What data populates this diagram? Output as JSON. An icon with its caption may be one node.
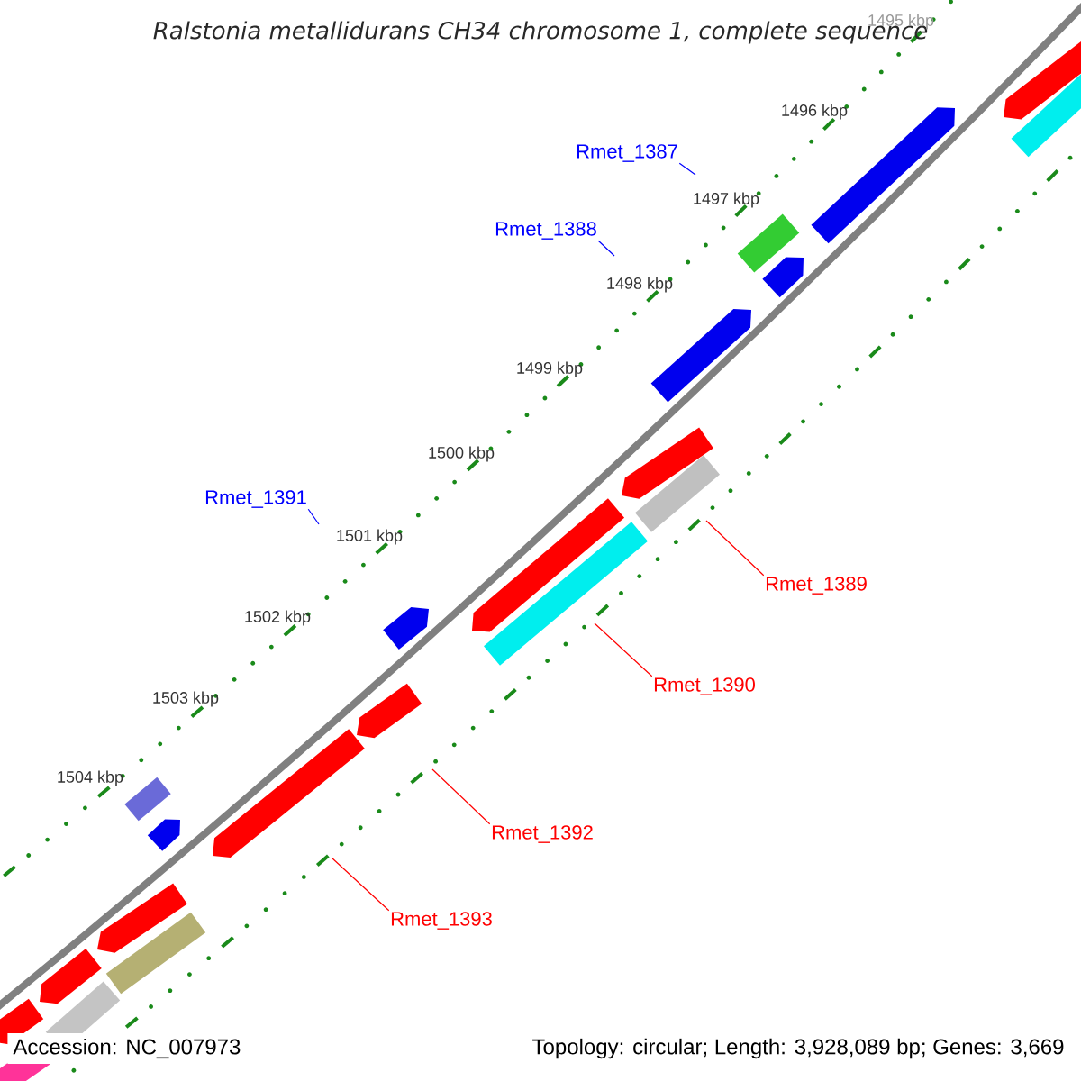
{
  "diagram": {
    "title": "Ralstonia metallidurans CH34 chromosome 1, complete sequence",
    "nodes": [
      {
        "text": [
          "Rmet_1387"
        ]
      },
      {
        "text": [
          "Rmet_1388"
        ]
      },
      {
        "text": [
          "Rmet_1391"
        ]
      },
      {
        "text": [
          "Rmet_1389"
        ]
      },
      {
        "text": [
          "Rmet_1390"
        ]
      },
      {
        "text": [
          "Rmet_1392"
        ]
      },
      {
        "text": [
          "Rmet_1393"
        ]
      }
    ],
    "edges": [
      {
        "from": 0,
        "to": null,
        "arrow": "none",
        "color": "#0000ff"
      },
      {
        "from": 1,
        "to": null,
        "arrow": "none",
        "color": "#0000ff"
      },
      {
        "from": 2,
        "to": null,
        "arrow": "none",
        "color": "#0000ff"
      },
      {
        "from": 3,
        "to": null,
        "arrow": "none",
        "color": "#ff0000"
      },
      {
        "from": 4,
        "to": null,
        "arrow": "none",
        "color": "#ff0000"
      },
      {
        "from": 5,
        "to": null,
        "arrow": "none",
        "color": "#ff0000"
      },
      {
        "from": 6,
        "to": null,
        "arrow": "none",
        "color": "#ff0000"
      }
    ],
    "labels": [
      "1495 kbp",
      "1496 kbp",
      "1497 kbp",
      "1498 kbp",
      "1499 kbp",
      "1500 kbp",
      "1501 kbp",
      "1502 kbp",
      "1503 kbp",
      "1504 kbp",
      "Accession: NC_007973",
      "Topology: circular; Length: 3,928,089 bp; Genes: 3,669"
    ]
  }
}
